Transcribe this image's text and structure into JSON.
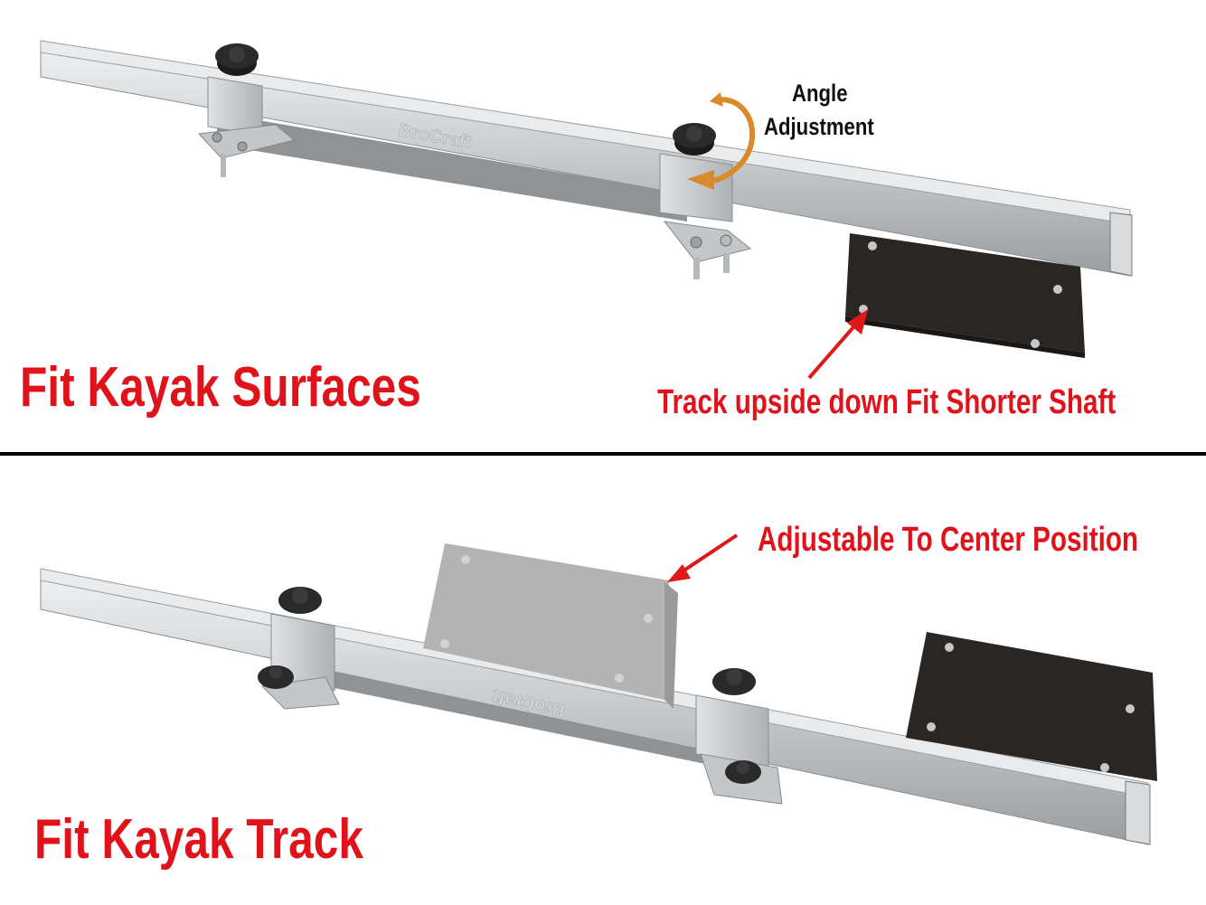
{
  "top_panel": {
    "main_caption": "Fit Kayak Surfaces",
    "callout_caption": "Track upside down Fit Shorter Shaft",
    "angle_label_line1": "Angle",
    "angle_label_line2": "Adjustment",
    "brand_text": "BroCraft"
  },
  "bottom_panel": {
    "main_caption": "Fit Kayak Track",
    "callout_caption": "Adjustable To Center Position",
    "brand_text": "BroCraft"
  },
  "colors": {
    "caption_red": "#e0131b",
    "arrow_red": "#e01818",
    "rotation_arrow": "#d98a2b",
    "aluminum": "#c9ccce",
    "knob": "#1b1b1b",
    "pad_dark": "#2a2623",
    "pad_ghost": "#b3b3b3"
  },
  "icons": [
    "angle-rotation-arrow-icon",
    "callout-arrow-icon",
    "knob-icon"
  ]
}
